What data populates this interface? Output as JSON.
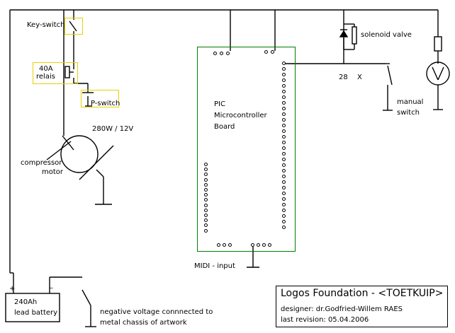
{
  "labels": {
    "key_switch": "Key-switch",
    "relais_amp": "40A",
    "relais": "relais",
    "p_switch": "P-switch",
    "motor_rating": "280W / 12V",
    "compressor": "compressor",
    "motor": "motor",
    "board_line1": "PIC",
    "board_line2": "Microcontroller",
    "board_line3": "Board",
    "solenoid_valve": "solenoid valve",
    "pin_28": "28",
    "pin_x": "X",
    "manual": "manual",
    "switch": "switch",
    "midi_input": "MIDI - input",
    "battery_plus": "+",
    "battery_minus": "–",
    "battery_capacity": "240Ah",
    "battery_type": "lead battery",
    "chassis_line1": "negative voltage connnected to",
    "chassis_line2": "metal chassis of artwork"
  },
  "title_block": {
    "title": "Logos Foundation - <TOETKUIP>",
    "designer": "designer: dr.Godfried-Willem RAES",
    "revision": "last revision:  05.04.2006"
  },
  "colors": {
    "board_border": "#007a00",
    "highlight_border": "#e8d000",
    "line": "#000000"
  }
}
